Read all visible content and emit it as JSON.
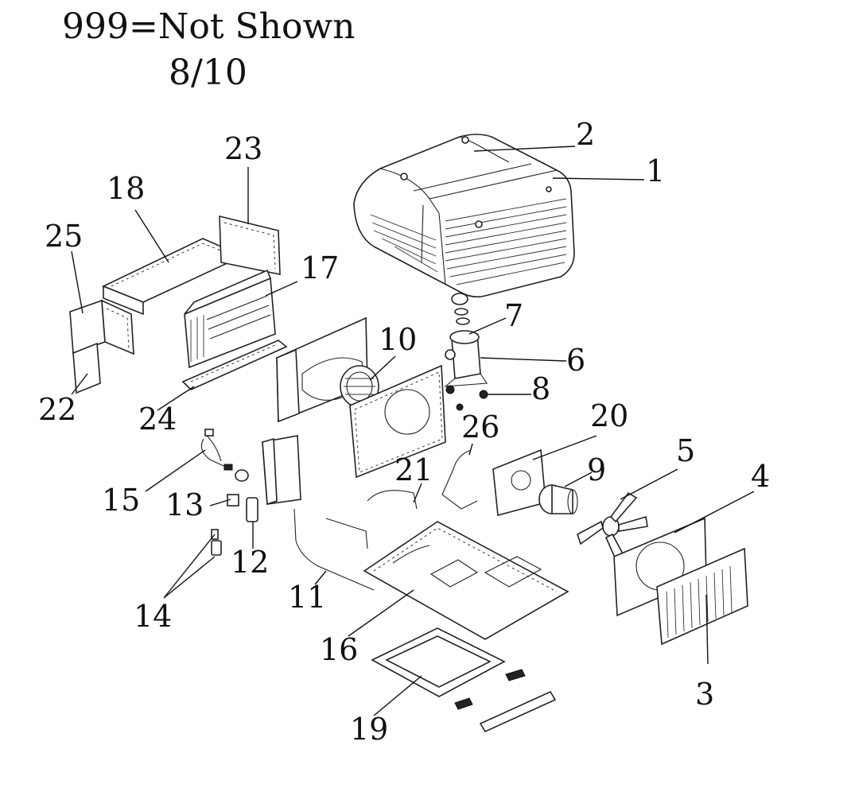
{
  "header": {
    "line1": "999=Not Shown",
    "line2": "8/10"
  },
  "part_labels": [
    "1",
    "2",
    "3",
    "4",
    "5",
    "6",
    "7",
    "8",
    "9",
    "10",
    "11",
    "12",
    "13",
    "14",
    "15",
    "16",
    "17",
    "18",
    "19",
    "20",
    "21",
    "22",
    "23",
    "24",
    "25",
    "26"
  ]
}
